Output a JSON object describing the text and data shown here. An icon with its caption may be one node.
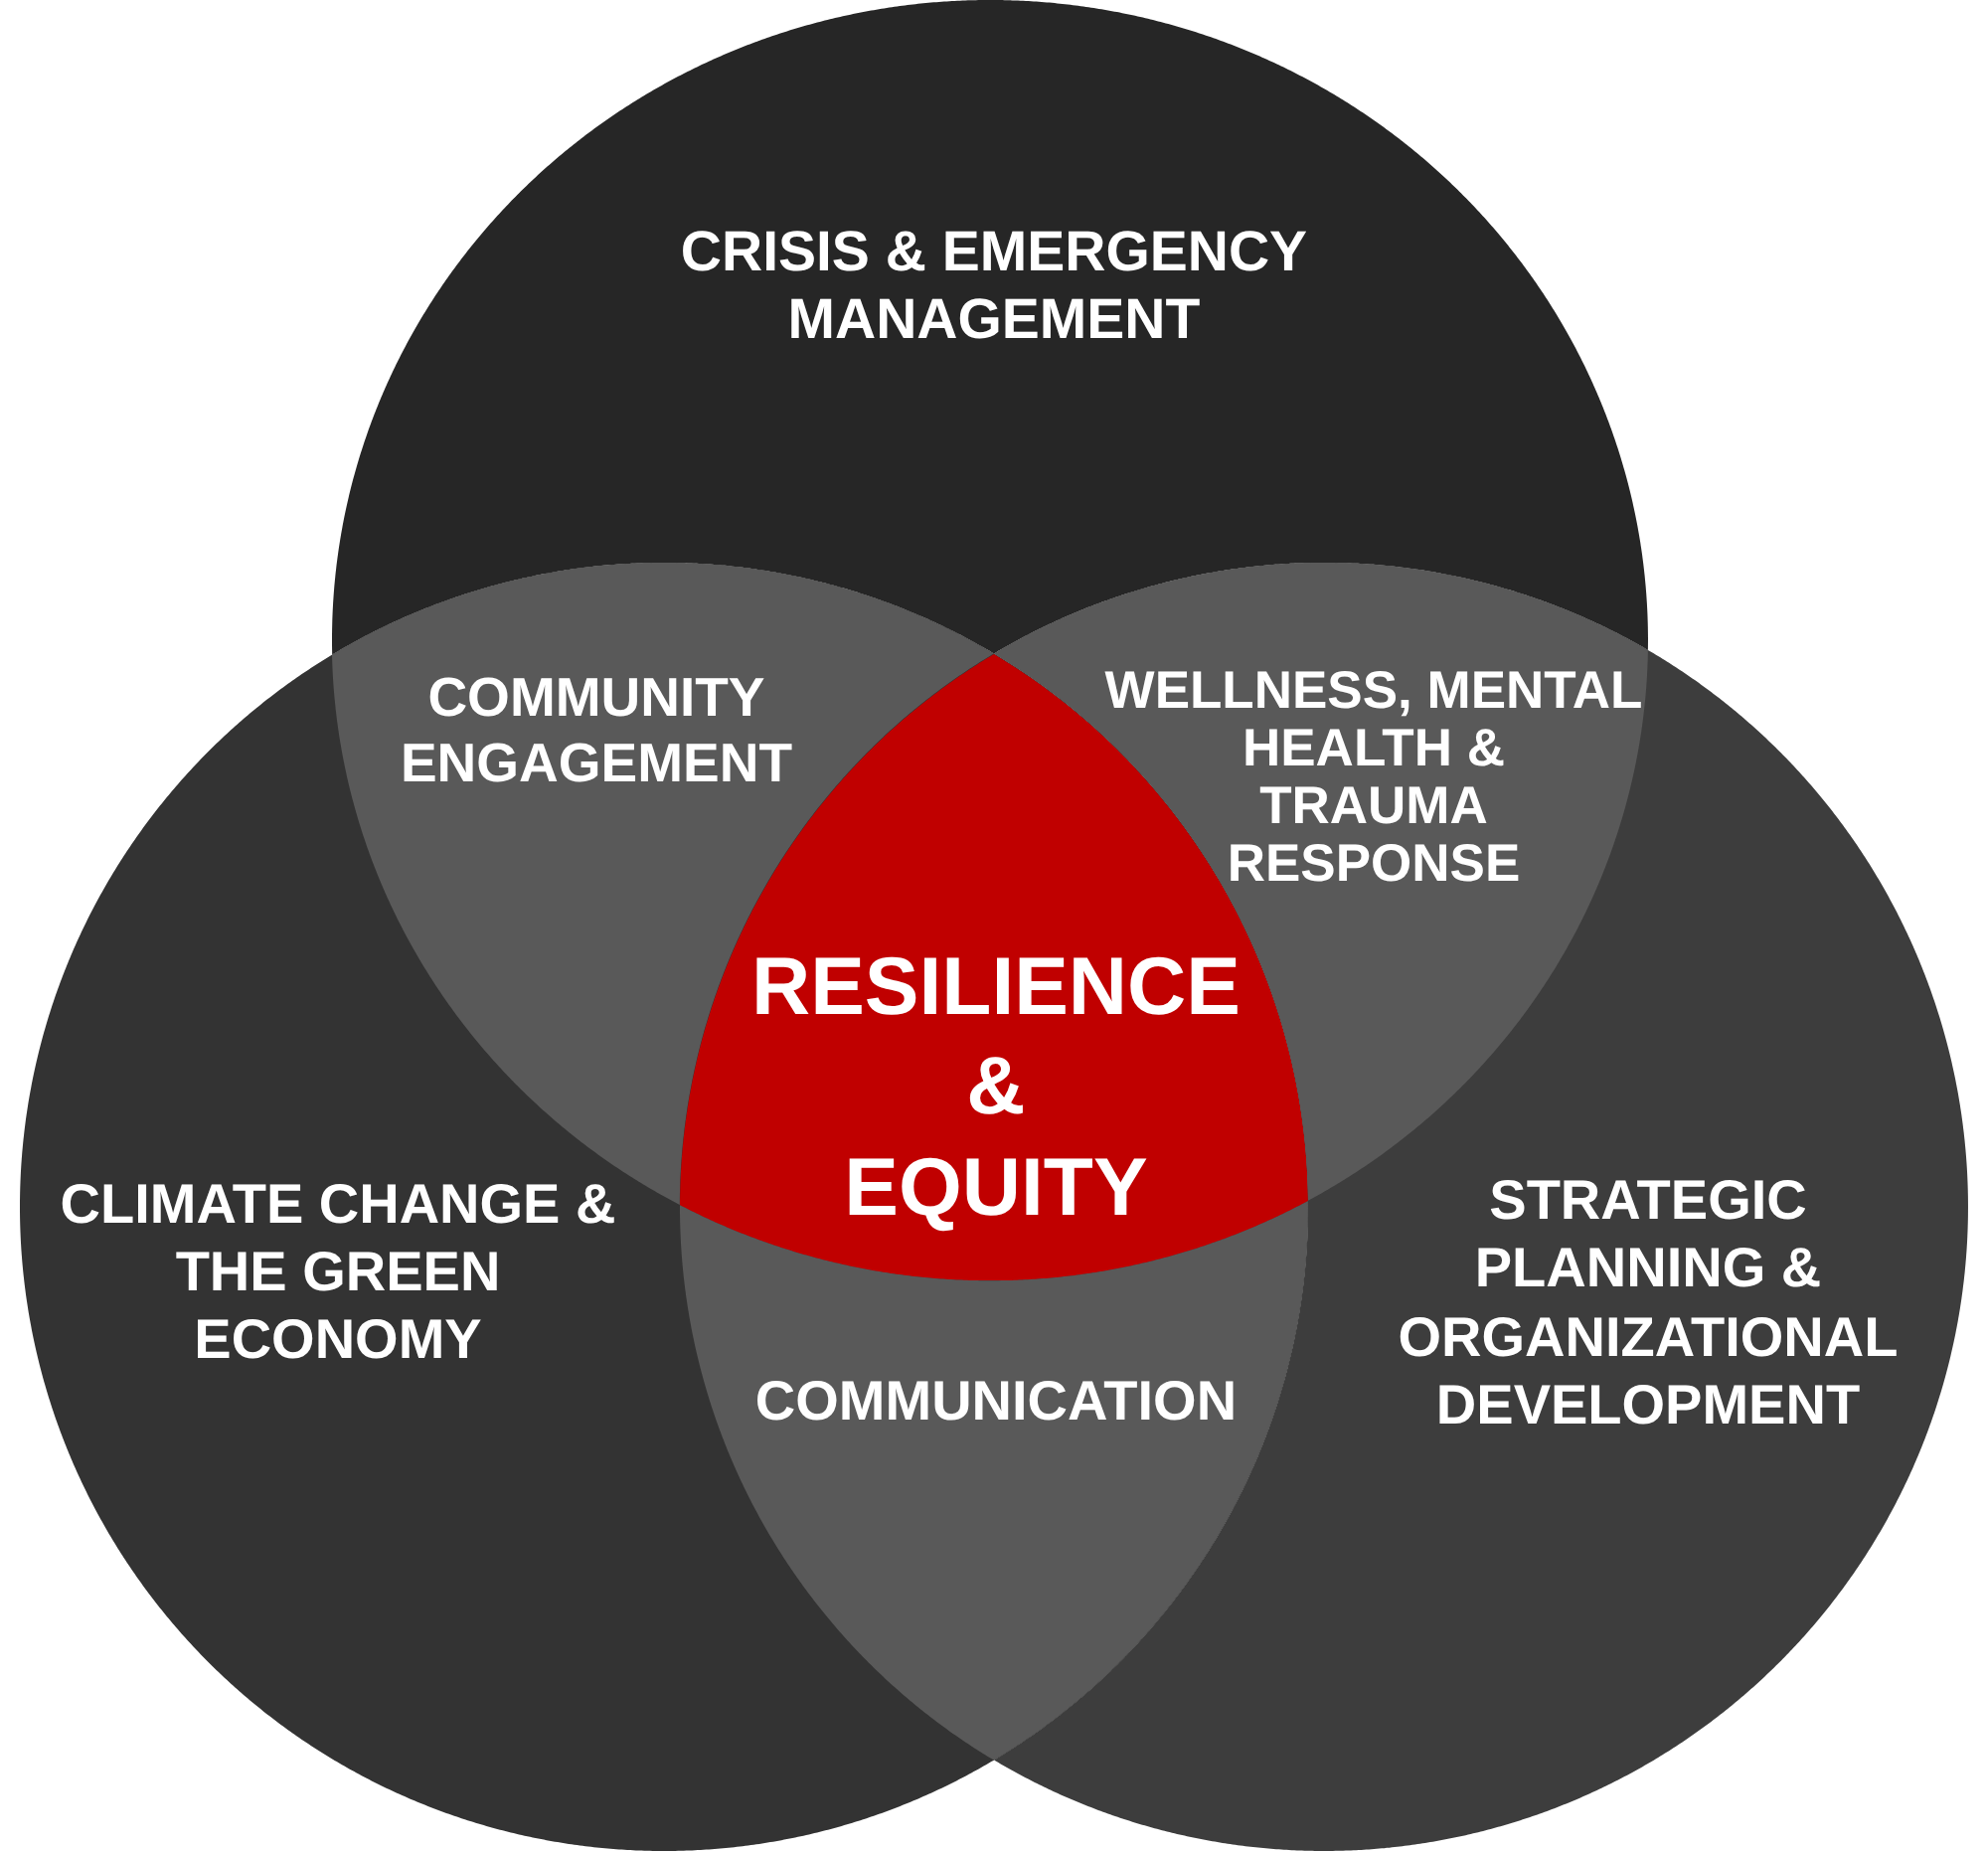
{
  "diagram": {
    "nodes": [
      {
        "text": [
          "CRISIS & EMERGENCY MANAGEMENT"
        ]
      },
      {
        "text": [
          "CLIMATE CHANGE & THE GREEN ECONOMY"
        ]
      },
      {
        "text": [
          "STRATEGIC PLANNING & ORGANIZATIONAL DEVELOPMENT"
        ]
      },
      {
        "text": [
          "COMMUNITY ENGAGEMENT"
        ],
        "in": 1
      },
      {
        "text": [
          "WELLNESS, MENTAL HEALTH & TRAUMA RESPONSE"
        ],
        "in": 2
      },
      {
        "text": [
          "RESILIENCE & EQUITY"
        ],
        "in": 1
      },
      {
        "text": [
          "COMMUNICATION"
        ],
        "in": 1
      }
    ]
  }
}
